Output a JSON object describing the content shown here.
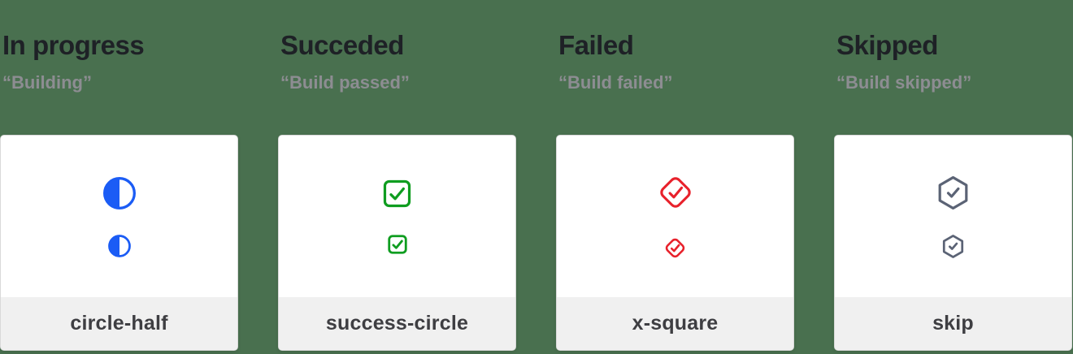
{
  "page": {
    "background_color": "#49704f",
    "card_background": "#ffffff",
    "card_border_color": "#d9d9d9",
    "footer_background": "#f0f0f0",
    "title_color": "#1e2126",
    "subtitle_color": "#8d8d92",
    "label_color": "#3e3e42"
  },
  "columns": [
    {
      "title": "In progress",
      "subtitle": "“Building”",
      "icon": "circle-half-icon",
      "label": "circle-half",
      "color": "#1b5cf5"
    },
    {
      "title": "Succeded",
      "subtitle": "“Build passed”",
      "icon": "check-square-icon",
      "label": "success-circle",
      "color": "#0f9d20"
    },
    {
      "title": "Failed",
      "subtitle": "“Build failed”",
      "icon": "check-diamond-icon",
      "label": "x-square",
      "color": "#e8212b"
    },
    {
      "title": "Skipped",
      "subtitle": "“Build skipped”",
      "icon": "check-hexagon-icon",
      "label": "skip",
      "color": "#5b6375"
    }
  ]
}
